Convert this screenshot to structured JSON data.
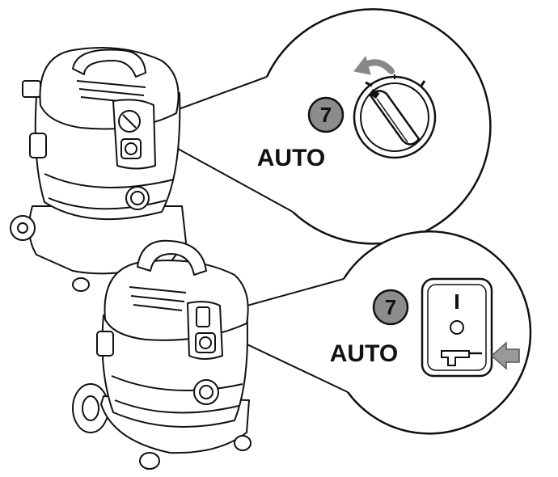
{
  "callouts": [
    {
      "badge": "7",
      "mode_label": "AUTO",
      "control": "rotary-knob"
    },
    {
      "badge": "7",
      "mode_label": "AUTO",
      "control": "rocker-switch"
    }
  ],
  "switch_positions": {
    "top_mark": "I",
    "middle_mark": "O"
  },
  "icons": {
    "rotate_arrow": "rotate-arrow-icon",
    "tool_plug": "power-tool-icon",
    "pointer_arrow": "pointer-arrow-icon"
  },
  "colors": {
    "line": "#111111",
    "badge_fill": "#8c8c8c",
    "pointer_fill": "#999999",
    "background": "#ffffff"
  }
}
